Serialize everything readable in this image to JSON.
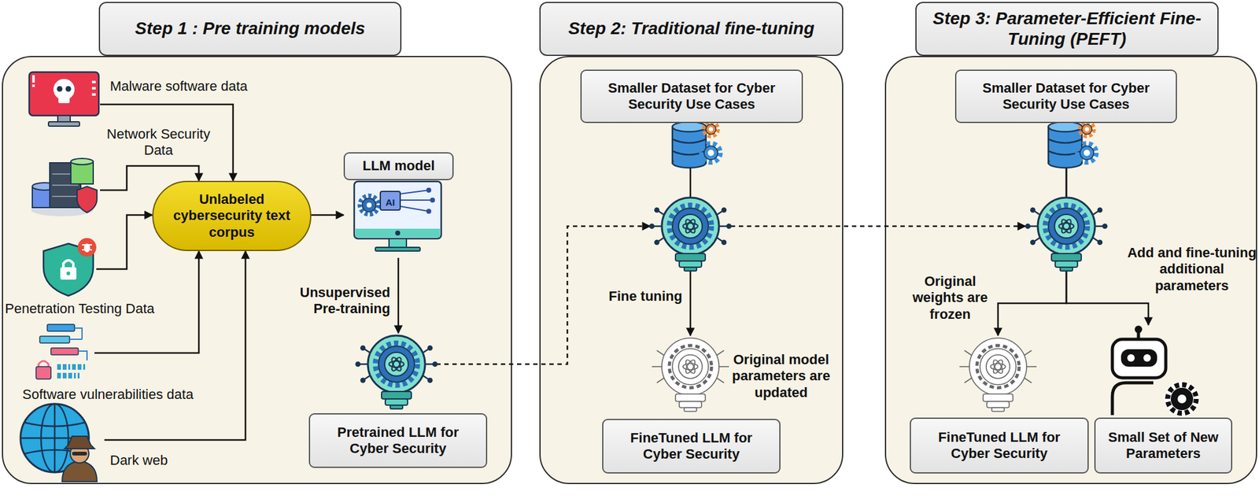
{
  "diagram": {
    "nodes": [
      {
        "text": [
          "Step 1 : Pre training models"
        ]
      },
      {
        "text": [
          "Malware software data"
        ],
        "in": 0
      },
      {
        "text": [
          "Network Security Data"
        ],
        "in": 0
      },
      {
        "text": [
          "Penetration Testing Data"
        ],
        "in": 0
      },
      {
        "text": [
          "Software vulnerabilities data"
        ],
        "in": 0
      },
      {
        "text": [
          "Dark web"
        ],
        "in": 0
      },
      {
        "text": [
          "Unlabeled cybersecurity text corpus"
        ],
        "in": 0
      },
      {
        "text": [
          "LLM model"
        ],
        "in": 0
      },
      {
        "text": [
          "Pretrained LLM for Cyber Security"
        ],
        "in": 0
      },
      {
        "text": [
          "Step 2: Traditional fine-tuning"
        ]
      },
      {
        "text": [
          "Smaller Dataset for Cyber Security Use Cases"
        ],
        "in": 9
      },
      {
        "text": [
          "FineTuned LLM for Cyber Security"
        ],
        "in": 9
      },
      {
        "text": [
          "Step 3: Parameter-Efficient Fine-Tuning (PEFT)"
        ]
      },
      {
        "text": [
          "Smaller Dataset for Cyber Security Use Cases"
        ],
        "in": 12
      },
      {
        "text": [
          "FineTuned LLM for Cyber Security"
        ],
        "in": 12
      },
      {
        "text": [
          "Small Set of New Parameters"
        ],
        "in": 12
      }
    ],
    "edges": [
      {
        "from": 1,
        "to": 6,
        "arrow": "to"
      },
      {
        "from": 2,
        "to": 6,
        "arrow": "to"
      },
      {
        "from": 3,
        "to": 6,
        "arrow": "to"
      },
      {
        "from": 4,
        "to": 6,
        "arrow": "to"
      },
      {
        "from": 5,
        "to": 6,
        "arrow": "to"
      },
      {
        "from": 6,
        "to": 7,
        "arrow": "to"
      },
      {
        "from": 7,
        "to": 8,
        "label": "Unsupervised Pre-training",
        "arrow": "to"
      },
      {
        "from": 8,
        "to": 11,
        "arrow": "to"
      },
      {
        "from": 10,
        "to": 11,
        "label": "Fine tuning",
        "arrow": "to"
      },
      {
        "from": 11,
        "to": 14,
        "arrow": "to"
      },
      {
        "from": 13,
        "to": 14,
        "arrow": "to"
      },
      {
        "from": 13,
        "to": 15,
        "arrow": "to"
      }
    ],
    "labels": [
      "AI",
      "Original model parameters are updated",
      "Original weights are frozen",
      "Add and fine-tuning additional parameters"
    ]
  }
}
